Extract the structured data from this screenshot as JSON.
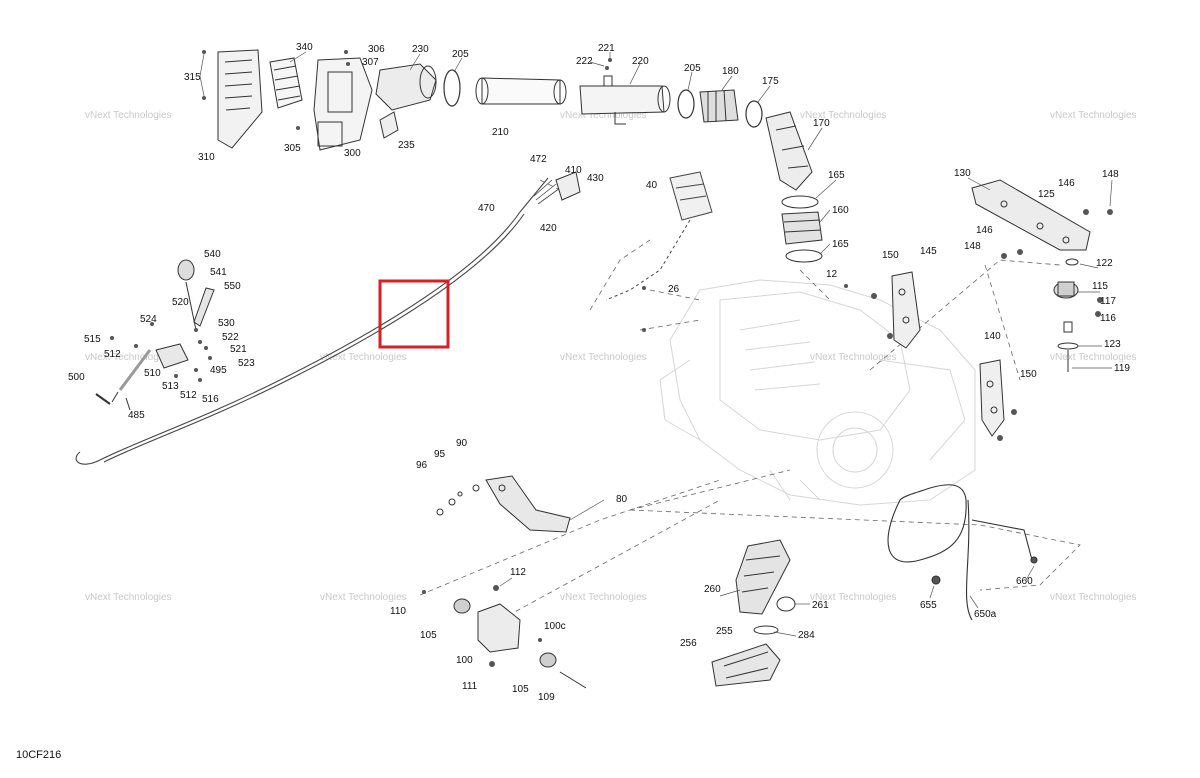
{
  "diagram": {
    "code": "10CF216",
    "watermark": "vNext Technologies",
    "highlight_color": "#d81f26",
    "labels": {
      "l315": "315",
      "l340": "340",
      "l306": "306",
      "l307": "307",
      "l230": "230",
      "l205a": "205",
      "l221": "221",
      "l222": "222",
      "l220": "220",
      "l205b": "205",
      "l180": "180",
      "l175": "175",
      "l310": "310",
      "l305": "305",
      "l300": "300",
      "l235": "235",
      "l210": "210",
      "l170": "170",
      "l472": "472",
      "l410": "410",
      "l430": "430",
      "l470": "470",
      "l420": "420",
      "l40": "40",
      "l165a": "165",
      "l160": "160",
      "l165b": "165",
      "l130": "130",
      "l148a": "148",
      "l146a": "146",
      "l125": "125",
      "l146b": "146",
      "l148b": "148",
      "l122": "122",
      "l145": "145",
      "l150a": "150",
      "l12": "12",
      "l26": "26",
      "l115": "115",
      "l117": "117",
      "l116": "116",
      "l140": "140",
      "l123": "123",
      "l119": "119",
      "l150b": "150",
      "l540": "540",
      "l541": "541",
      "l550": "550",
      "l520": "520",
      "l524": "524",
      "l530": "530",
      "l522": "522",
      "l515": "515",
      "l512a": "512",
      "l521": "521",
      "l523": "523",
      "l510": "510",
      "l495": "495",
      "l500": "500",
      "l513": "513",
      "l512b": "512",
      "l516": "516",
      "l485": "485",
      "l90": "90",
      "l95": "95",
      "l96": "96",
      "l80": "80",
      "l112": "112",
      "l110": "110",
      "l105a": "105",
      "l100c": "100c",
      "l100": "100",
      "l111": "111",
      "l105b": "105",
      "l109": "109",
      "l260": "260",
      "l261": "261",
      "l255": "255",
      "l256": "256",
      "l284": "284",
      "l655": "655",
      "l650a": "650a",
      "l660": "660"
    }
  }
}
